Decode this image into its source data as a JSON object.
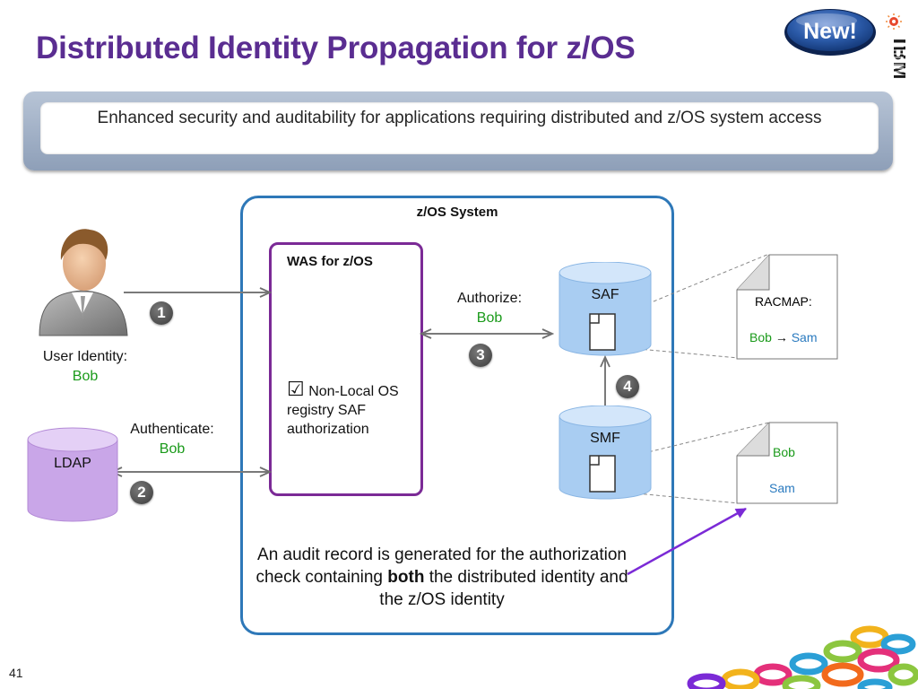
{
  "title": "Distributed Identity Propagation for z/OS",
  "badge_new": "New!",
  "brand": "IBM",
  "banner": "Enhanced security and auditability for applications requiring distributed and z/OS system access",
  "zos_system": {
    "title": "z/OS System",
    "was": {
      "title": "WAS for z/OS",
      "option_check": "☑",
      "option": "Non-Local OS registry SAF authorization"
    }
  },
  "user": {
    "label": "User Identity:",
    "name": "Bob"
  },
  "ldap": {
    "label": "LDAP",
    "auth_label": "Authenticate:",
    "auth_name": "Bob"
  },
  "authorize": {
    "label": "Authorize:",
    "name": "Bob"
  },
  "saf": {
    "label": "SAF"
  },
  "smf": {
    "label": "SMF"
  },
  "steps": [
    "1",
    "2",
    "3",
    "4"
  ],
  "racmap_note": {
    "title": "RACMAP:",
    "from": "Bob",
    "arrow": "→",
    "to": "Sam"
  },
  "smf_note": {
    "line1": "Bob",
    "line2": "Sam"
  },
  "audit": {
    "part1": "An audit record is generated for the authorization check  containing ",
    "bold": "both",
    "part2": " the distributed identity and the z/OS identity"
  },
  "page_number": "41",
  "colors": {
    "title": "#5a2d91",
    "green_name": "#1a9a1a",
    "blue_name": "#2a7abf",
    "zos_border": "#2e78b8",
    "was_border": "#7b2a96",
    "ldap_fill": "#c9a6e8",
    "cylinder_fill": "#a9cdf2"
  }
}
